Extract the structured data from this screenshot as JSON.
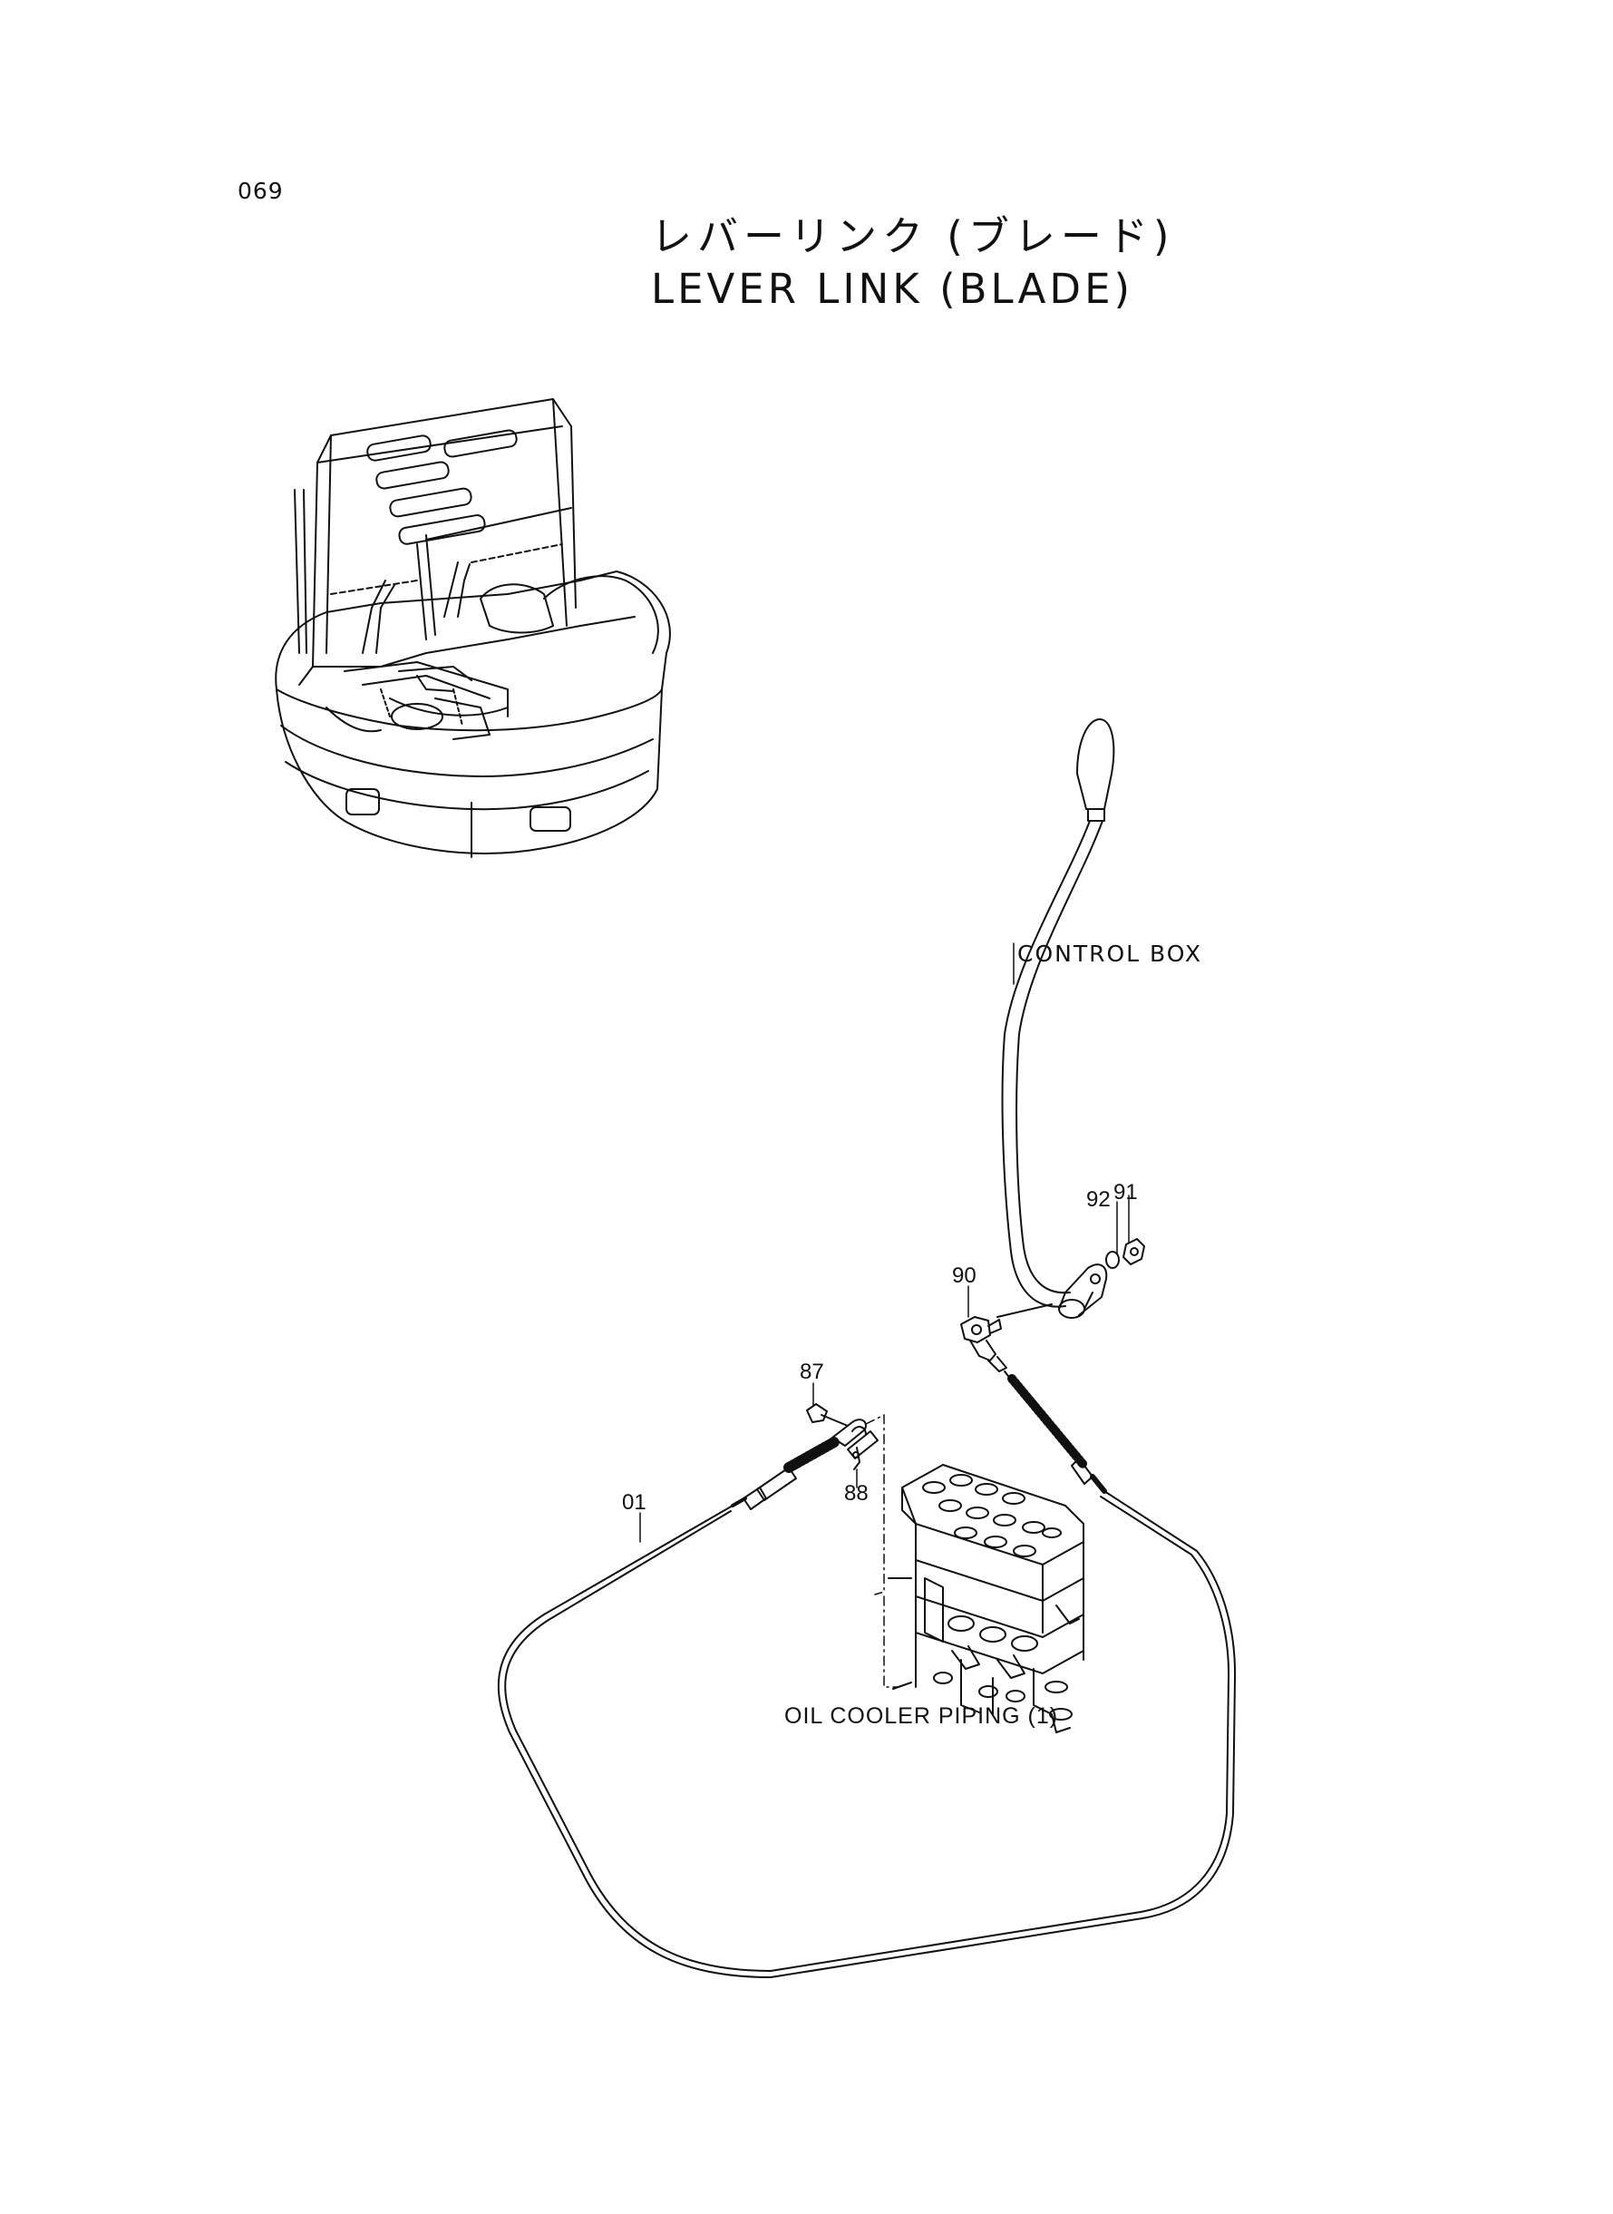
{
  "page_number": "069",
  "title": {
    "japanese": "レバーリンク (ブレード)",
    "english": "LEVER  LINK  (BLADE)"
  },
  "reference_labels": {
    "control_box": "CONTROL  BOX",
    "oil_cooler_piping": "OIL COOLER  PIPING (1)"
  },
  "callouts": [
    {
      "id": "01",
      "part": "cable"
    },
    {
      "id": "87",
      "part": "bolt"
    },
    {
      "id": "88",
      "part": "pin"
    },
    {
      "id": "90",
      "part": "ball-joint"
    },
    {
      "id": "91",
      "part": "nut"
    },
    {
      "id": "92",
      "part": "washer"
    }
  ],
  "colors": {
    "ink": "#111111",
    "paper": "#ffffff"
  }
}
